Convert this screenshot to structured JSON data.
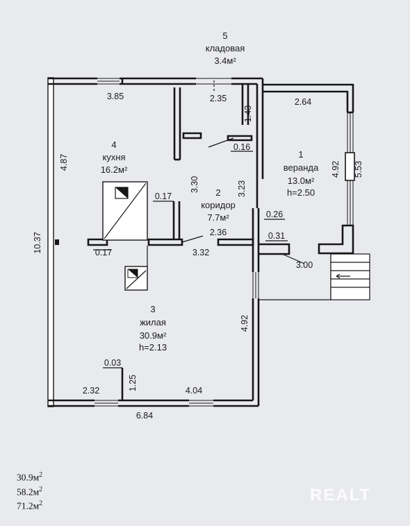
{
  "rooms": {
    "r1": {
      "number": "1",
      "name": "веранда",
      "area": "13.0м²",
      "height": "h=2.50"
    },
    "r2": {
      "number": "2",
      "name": "коридор",
      "area": "7.7м²"
    },
    "r3": {
      "number": "3",
      "name": "жилая",
      "area": "30.9м²",
      "height": "h=2.13"
    },
    "r4": {
      "number": "4",
      "name": "кухня",
      "area": "16.2м²"
    },
    "r5": {
      "number": "5",
      "name": "кладовая",
      "area": "3.4м²"
    }
  },
  "dims": {
    "d385": "3.85",
    "d235": "2.35",
    "d264": "2.64",
    "d143": "1.43",
    "d016": "0.16",
    "d330": "3.30",
    "d323": "3.23",
    "d487": "4.87",
    "d1037": "10.37",
    "d017a": "0.17",
    "d017b": "0.17",
    "d236": "2.36",
    "d332": "3.32",
    "d026": "0.26",
    "d031": "0.31",
    "d300": "3.00",
    "d492a": "4.92",
    "d553": "5.53",
    "d492b": "4.92",
    "d003": "0.03",
    "d125": "1.25",
    "d232": "2.32",
    "d404": "4.04",
    "d684": "6.84"
  },
  "totals": [
    {
      "value": "30.9м",
      "sup": "2"
    },
    {
      "value": "58.2м",
      "sup": "2"
    },
    {
      "value": "71.2м",
      "sup": "2"
    }
  ],
  "watermark": "REALT"
}
